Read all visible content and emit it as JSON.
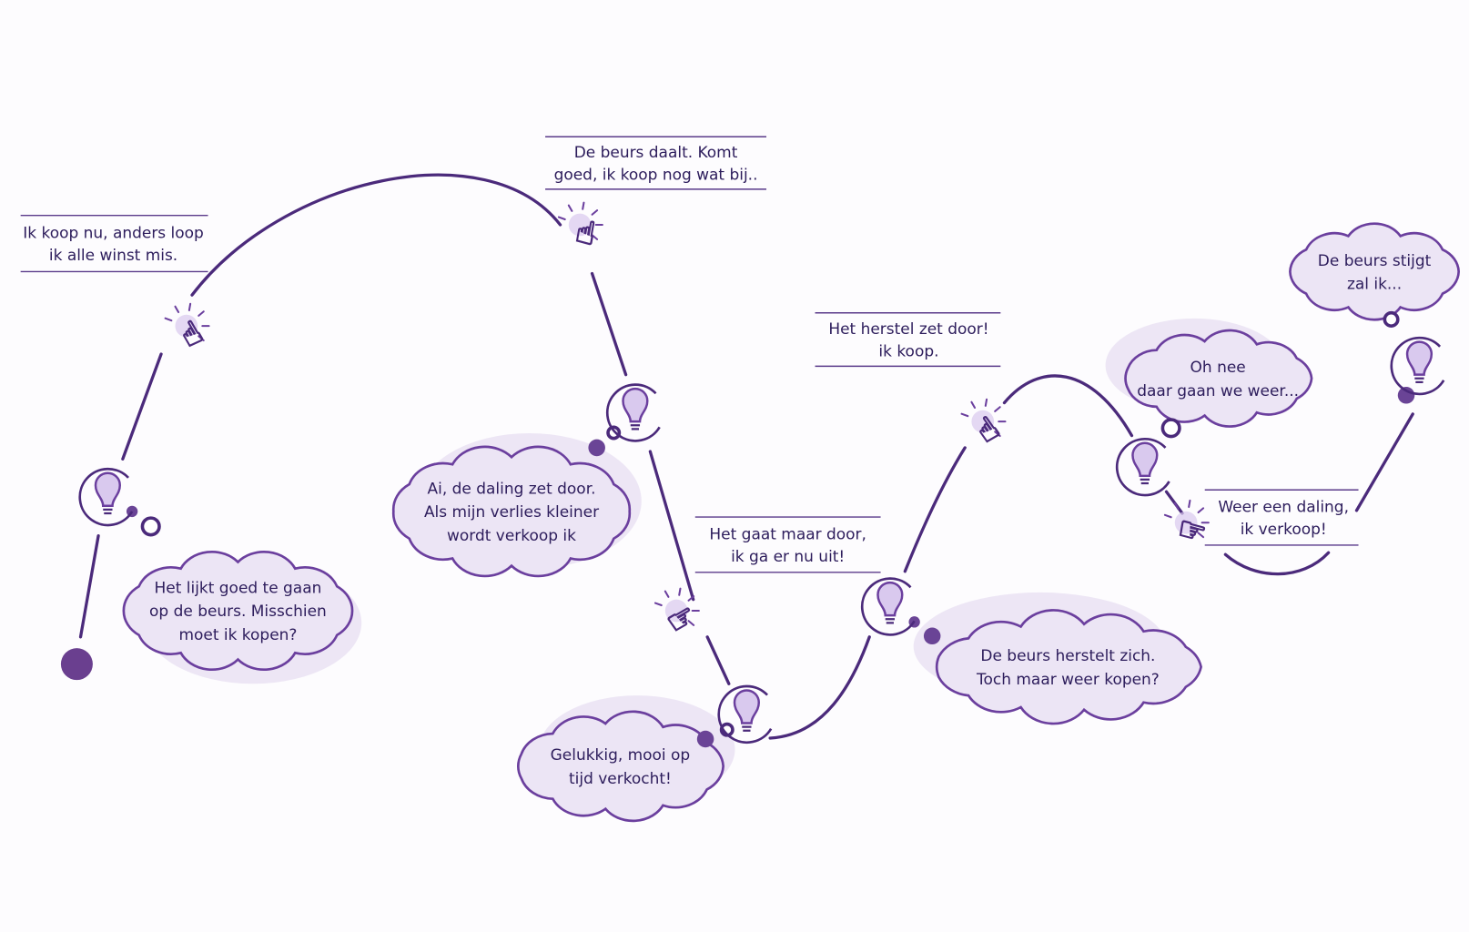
{
  "colors": {
    "line": "#4b2a7b",
    "cloud_fill": "#ece5f5",
    "cloud_stroke": "#6b3f9e",
    "text": "#2d1d5c"
  },
  "captions": [
    {
      "lines": [
        "Ik koop nu, anders loop",
        "ik alle winst mis."
      ]
    },
    {
      "lines": [
        "De beurs daalt. Komt",
        "goed, ik koop nog wat bij.."
      ]
    },
    {
      "lines": [
        "Het gaat maar door,",
        "ik ga er nu uit!"
      ]
    },
    {
      "lines": [
        "Het herstel zet door!",
        "ik koop."
      ]
    },
    {
      "lines": [
        "Weer een daling,",
        "ik verkoop!"
      ]
    }
  ],
  "clouds": [
    {
      "lines": [
        "Het lijkt goed te gaan",
        "op de beurs. Misschien",
        "moet ik kopen?"
      ]
    },
    {
      "lines": [
        "Ai, de daling zet door.",
        "Als mijn verlies kleiner",
        "wordt verkoop ik"
      ]
    },
    {
      "lines": [
        "Gelukkig, mooi op",
        "tijd verkocht!"
      ]
    },
    {
      "lines": [
        "De beurs herstelt zich.",
        "Toch maar weer kopen?"
      ]
    },
    {
      "lines": [
        "Oh nee",
        "daar gaan we weer..."
      ]
    },
    {
      "lines": [
        "De beurs stijgt",
        "zal ik..."
      ]
    }
  ]
}
